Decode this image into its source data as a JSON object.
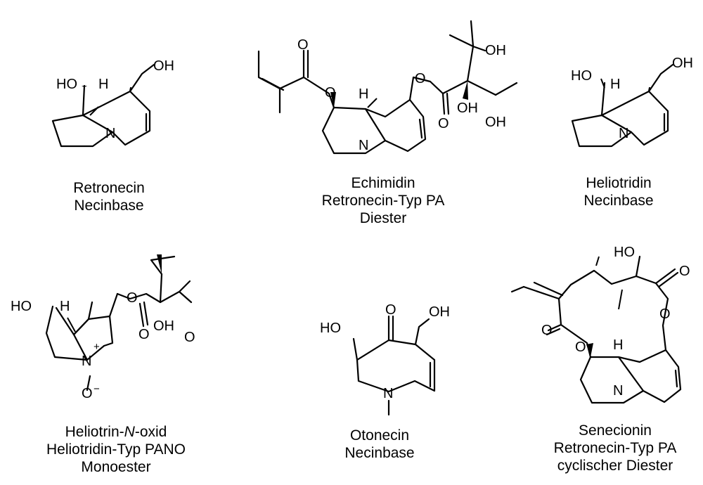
{
  "figure": {
    "molecules": [
      {
        "id": "retronecin",
        "lines": [
          "Retronecin",
          "Necinbase"
        ]
      },
      {
        "id": "echimidin",
        "lines": [
          "Echimidin",
          "Retronecin-Typ PA",
          "Diester"
        ]
      },
      {
        "id": "heliotridin",
        "lines": [
          "Heliotridin",
          "Necinbase"
        ]
      },
      {
        "id": "heliotrin-n-oxid",
        "lines": [
          "Heliotrin-",
          "N",
          "-oxid",
          "Heliotridin-Typ PANO",
          "Monoester"
        ]
      },
      {
        "id": "otonecin",
        "lines": [
          "Otonecin",
          "Necinbase"
        ]
      },
      {
        "id": "senecionin",
        "lines": [
          "Senecionin",
          "Retronecin-Typ PA",
          "cyclischer Diester"
        ]
      }
    ],
    "atoms": {
      "oh": "OH",
      "ho": "HO",
      "h": "H",
      "n": "N",
      "o": "O",
      "plus": "+",
      "minus": "−"
    }
  }
}
